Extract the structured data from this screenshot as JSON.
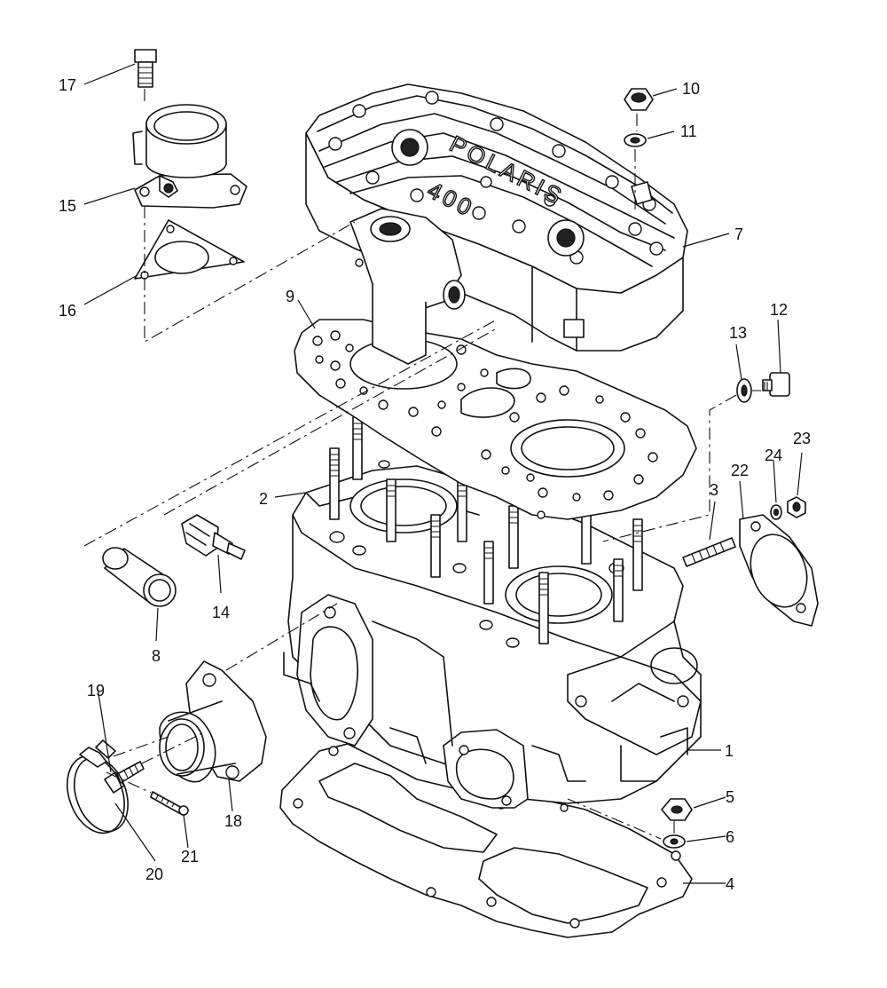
{
  "diagram": {
    "brand_text": "POLARIS",
    "model_text": "400",
    "callouts": [
      {
        "id": "1",
        "label": "1"
      },
      {
        "id": "2",
        "label": "2"
      },
      {
        "id": "3",
        "label": "3"
      },
      {
        "id": "4",
        "label": "4"
      },
      {
        "id": "5",
        "label": "5"
      },
      {
        "id": "6",
        "label": "6"
      },
      {
        "id": "7",
        "label": "7"
      },
      {
        "id": "8",
        "label": "8"
      },
      {
        "id": "9",
        "label": "9"
      },
      {
        "id": "10",
        "label": "10"
      },
      {
        "id": "11",
        "label": "11"
      },
      {
        "id": "12",
        "label": "12"
      },
      {
        "id": "13",
        "label": "13"
      },
      {
        "id": "14",
        "label": "14"
      },
      {
        "id": "15",
        "label": "15"
      },
      {
        "id": "16",
        "label": "16"
      },
      {
        "id": "17",
        "label": "17"
      },
      {
        "id": "18",
        "label": "18"
      },
      {
        "id": "19",
        "label": "19"
      },
      {
        "id": "20",
        "label": "20"
      },
      {
        "id": "21",
        "label": "21"
      },
      {
        "id": "22",
        "label": "22"
      },
      {
        "id": "23",
        "label": "23"
      },
      {
        "id": "24",
        "label": "24"
      }
    ]
  }
}
